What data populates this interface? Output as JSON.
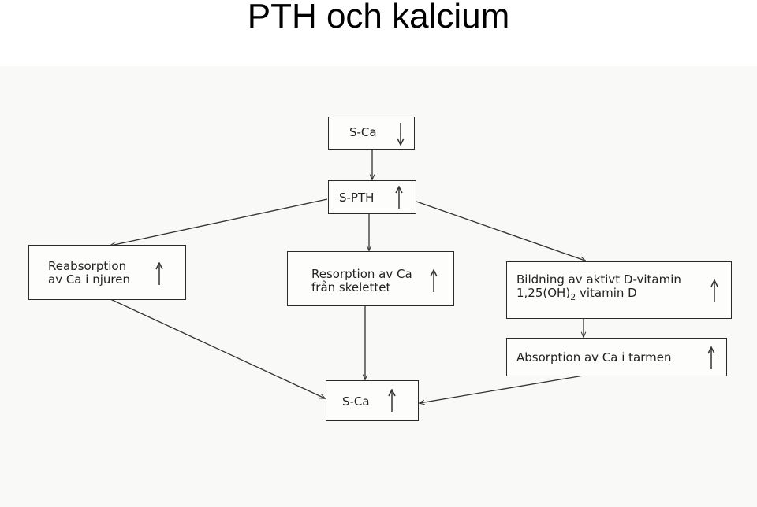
{
  "title": "PTH och kalcium",
  "nodes": {
    "sca_top": {
      "label": "S-Ca",
      "direction": "down"
    },
    "spth": {
      "label": "S-PTH",
      "direction": "up"
    },
    "reabs": {
      "line1": "Reabsorption",
      "line2": "av Ca i njuren",
      "direction": "up"
    },
    "resorp": {
      "line1": "Resorption av Ca",
      "line2": "från skelettet",
      "direction": "up"
    },
    "bild": {
      "line1": "Bildning av aktivt D-vitamin",
      "line2_pre": "1,25(OH)",
      "line2_sub": "2",
      "line2_post": " vitamin D",
      "direction": "up"
    },
    "absorp": {
      "label": "Absorption av Ca i tarmen",
      "direction": "up"
    },
    "sca_bottom": {
      "label": "S-Ca",
      "direction": "up"
    }
  },
  "edges": [
    {
      "from": "sca_top",
      "to": "spth"
    },
    {
      "from": "spth",
      "to": "reabs"
    },
    {
      "from": "spth",
      "to": "resorp"
    },
    {
      "from": "spth",
      "to": "bild"
    },
    {
      "from": "bild",
      "to": "absorp"
    },
    {
      "from": "reabs",
      "to": "sca_bottom"
    },
    {
      "from": "resorp",
      "to": "sca_bottom"
    },
    {
      "from": "absorp",
      "to": "sca_bottom"
    }
  ],
  "colors": {
    "line": "#333333",
    "box_border": "#2a2a2a",
    "text": "#222222"
  }
}
